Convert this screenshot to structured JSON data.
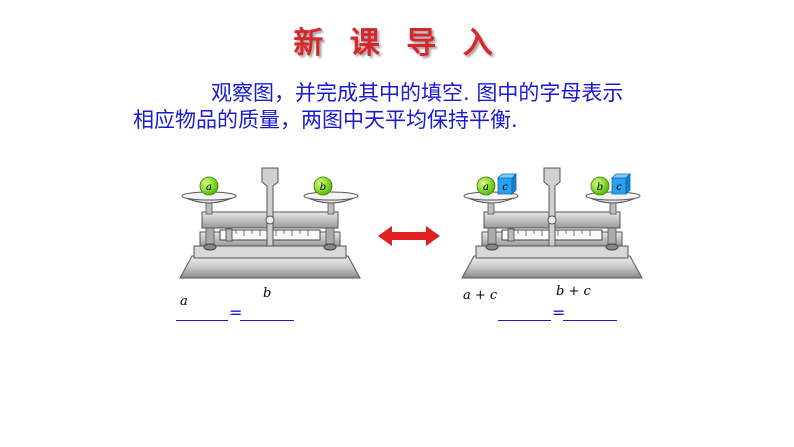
{
  "title": "新 课 导 入",
  "intro": {
    "line1": "观察图，并完成其中的填空. 图中的字母表示",
    "line2": "相应物品的质量，两图中天平均保持平衡."
  },
  "left_scale": {
    "left_pan_items": [
      "a"
    ],
    "right_pan_items": [
      "b"
    ],
    "left_label": "a",
    "right_label": "b",
    "equals": "="
  },
  "right_scale": {
    "left_pan_items": [
      "a",
      "c"
    ],
    "right_pan_items": [
      "b",
      "c"
    ],
    "left_label": "a + c",
    "right_label": "b + c",
    "equals": "="
  },
  "colors": {
    "title": "#d8272a",
    "text": "#1a1ad0",
    "arrow": "#e02020",
    "ball": "#7ee022",
    "cube": "#2aa0f0"
  },
  "icons": {
    "arrow": "double-arrow-icon",
    "ball": "green-ball-icon",
    "cube": "blue-cube-icon",
    "balance": "balance-scale-icon"
  }
}
